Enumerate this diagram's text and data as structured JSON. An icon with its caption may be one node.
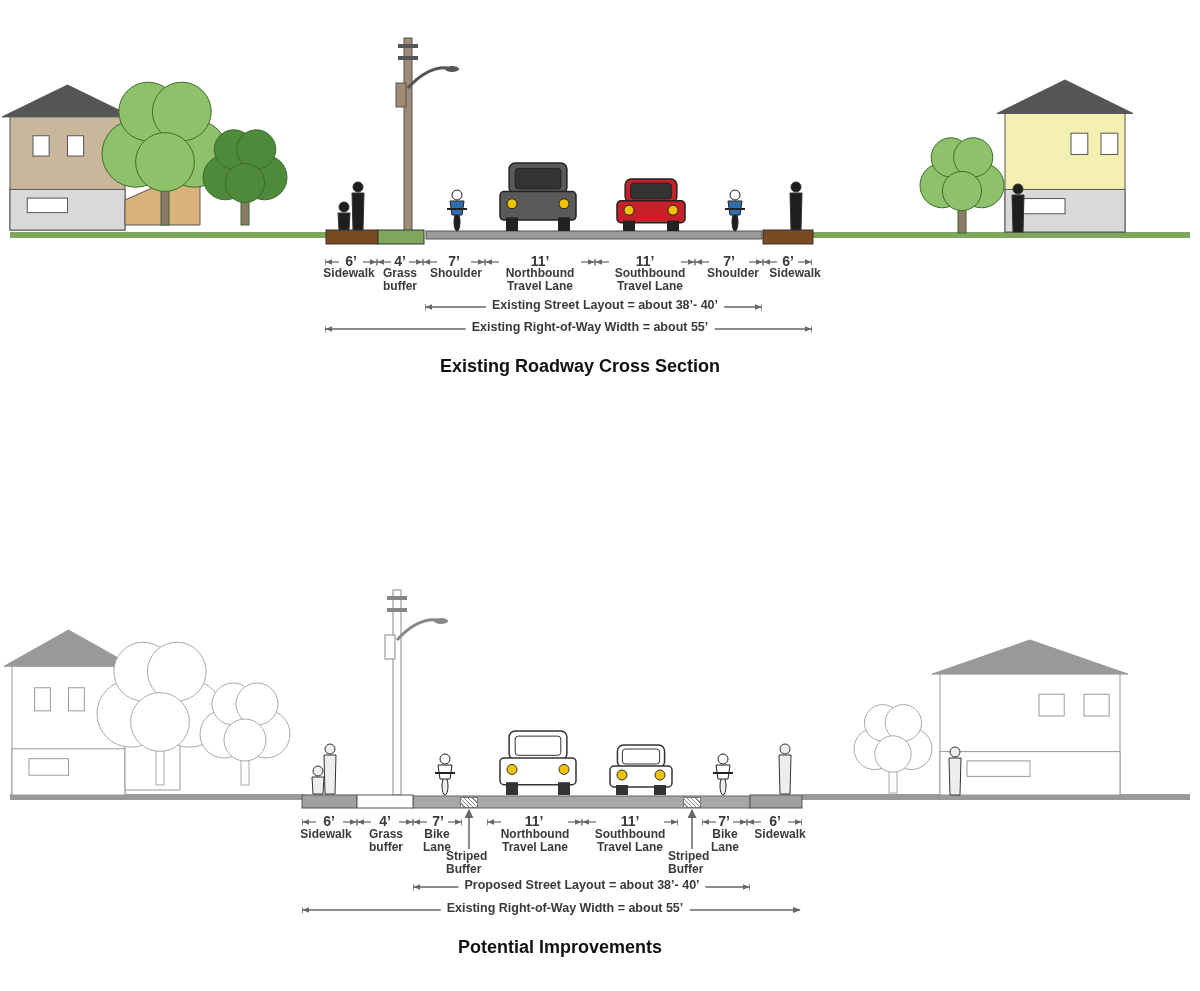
{
  "diagram": {
    "nodes": [
      {
        "text": [
          "Striped Buffer"
        ]
      },
      {
        "text": [],
        "shape": "box"
      },
      {
        "text": [
          "Striped Buffer"
        ]
      },
      {
        "text": [],
        "shape": "box"
      }
    ],
    "edges": [
      {
        "from": 0,
        "to": 1,
        "arrow": "to"
      },
      {
        "from": 2,
        "to": 3,
        "arrow": "to"
      }
    ],
    "labels": [
      "6’",
      "Sidewalk",
      "4’",
      "Grass buffer",
      "7’",
      "Shoulder",
      "11’",
      "Northbound Travel Lane",
      "11’",
      "Southbound Travel Lane",
      "7’",
      "Shoulder",
      "6’",
      "Sidewalk",
      "Existing Street Layout = about 38’- 40’",
      "Existing Right-of-Way Width = about 55’",
      "Existing Roadway Cross Section",
      "6’",
      "Sidewalk",
      "4’",
      "Grass buffer",
      "7’",
      "Bike Lane",
      "11’",
      "Northbound Travel Lane",
      "11’",
      "Southbound Travel Lane",
      "7’",
      "Bike Lane",
      "6’",
      "Sidewalk",
      "Proposed Street Layout = about 38’- 40’",
      "Existing Right-of-Way Width = about 55’",
      "Potential Improvements"
    ]
  }
}
